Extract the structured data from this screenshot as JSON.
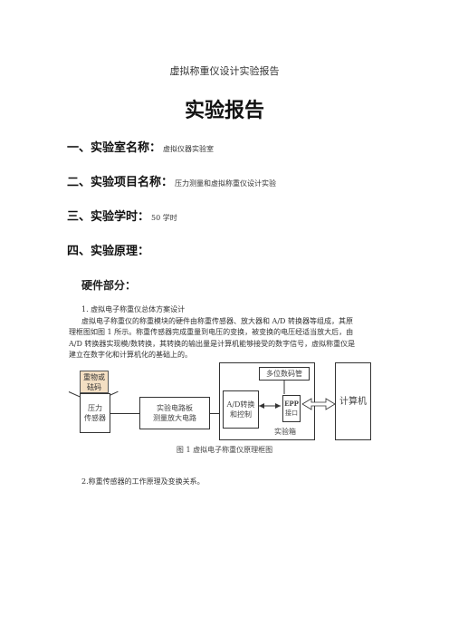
{
  "header": {
    "title": "虚拟称重仪设计实验报告"
  },
  "doc": {
    "title": "实验报告"
  },
  "sections": {
    "lab_name": {
      "label": "一、实验室名称：",
      "value": "虚拟仪器实验室"
    },
    "project_name": {
      "label": "二、实验项目名称：",
      "value": "压力测量和虚拟称重仪设计实验"
    },
    "hours": {
      "label": "三、实验学时：",
      "value": "50 学时"
    },
    "principle": {
      "label": "四、实验原理："
    }
  },
  "hardware": {
    "heading": "硬件部分：",
    "item1_title": "1. 虚拟电子称重仪总体方案设计",
    "para_lines": [
      "虚拟电子称重仪的称重模块的硬件由称重传感器、放大器和 A/D 转换器等组成，其原",
      "理框图如图 1 所示。称重传感器完成重量到电压的变换，被变换的电压经适当放大后，由",
      "A/D 转换器实现模/数转换，其转换的输出量是计算机能够接受的数字信号，虚拟称重仪是",
      "建立在数字化和计算机化的基础上的。"
    ]
  },
  "diagram": {
    "weight_line1": "重物或",
    "weight_line2": "砝码",
    "sensor_line1": "压力",
    "sensor_line2": "传感器",
    "circuit_line1": "实验电路板",
    "circuit_line2": "测量放大电路",
    "display": "多位数码管",
    "adc_line1": "A/D转换",
    "adc_line2": "和控制",
    "epp_line1": "EPP",
    "epp_line2": "接口",
    "box_label": "实验箱",
    "computer": "计算机",
    "caption": "图 1  虚拟电子称重仪原理框图"
  },
  "item2": {
    "title": "2.称重传感器的工作原理及变换关系。"
  }
}
